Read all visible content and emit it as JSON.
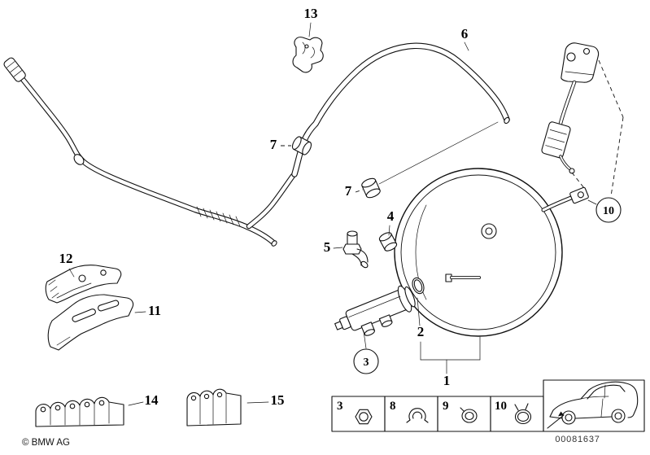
{
  "footer": {
    "copyright": "© BMW AG",
    "doc_number": "00081637"
  },
  "callouts": {
    "n1": "1",
    "n2": "2",
    "n3": "3",
    "n4": "4",
    "n5": "5",
    "n6": "6",
    "n7a": "7",
    "n7b": "7",
    "n10": "10",
    "n11": "11",
    "n12": "12",
    "n13": "13",
    "n14": "14",
    "n15": "15"
  },
  "legend": {
    "items": [
      {
        "label": "3",
        "icon": "hex-nut-icon"
      },
      {
        "label": "8",
        "icon": "retaining-clip-icon"
      },
      {
        "label": "9",
        "icon": "spring-clip-icon"
      },
      {
        "label": "10",
        "icon": "hose-clamp-icon"
      }
    ],
    "vehicle_icon": "car-silhouette-icon"
  }
}
